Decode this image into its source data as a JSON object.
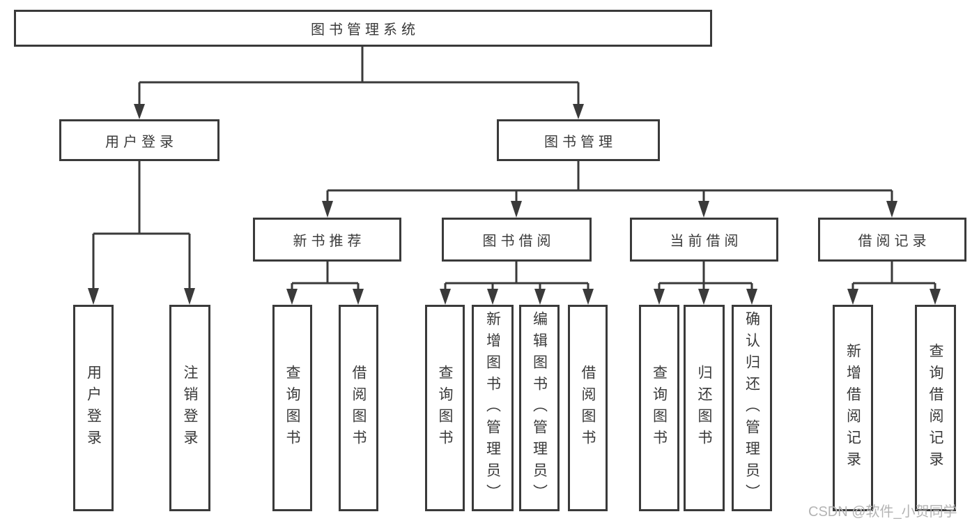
{
  "diagram": {
    "title": "图书管理系统",
    "level2": [
      {
        "label": "用户登录",
        "children": [
          "用户登录",
          "注销登录"
        ]
      },
      {
        "label": "图书管理",
        "children": [
          {
            "label": "新书推荐",
            "children": [
              "查询图书",
              "借阅图书"
            ]
          },
          {
            "label": "图书借阅",
            "children": [
              "查询图书",
              "新增图书（管理员）",
              "编辑图书（管理员）",
              "借阅图书"
            ]
          },
          {
            "label": "当前借阅",
            "children": [
              "查询图书",
              "归还图书",
              "确认归还（管理员）"
            ]
          },
          {
            "label": "借阅记录",
            "children": [
              "新增借阅记录",
              "查询借阅记录"
            ]
          }
        ]
      }
    ]
  },
  "colors": {
    "line": "#3a3a3a",
    "text": "#3a3a3a",
    "watermark": "#b4b4b4",
    "background": "#ffffff"
  },
  "watermark": "CSDN @软件_小贺同学"
}
